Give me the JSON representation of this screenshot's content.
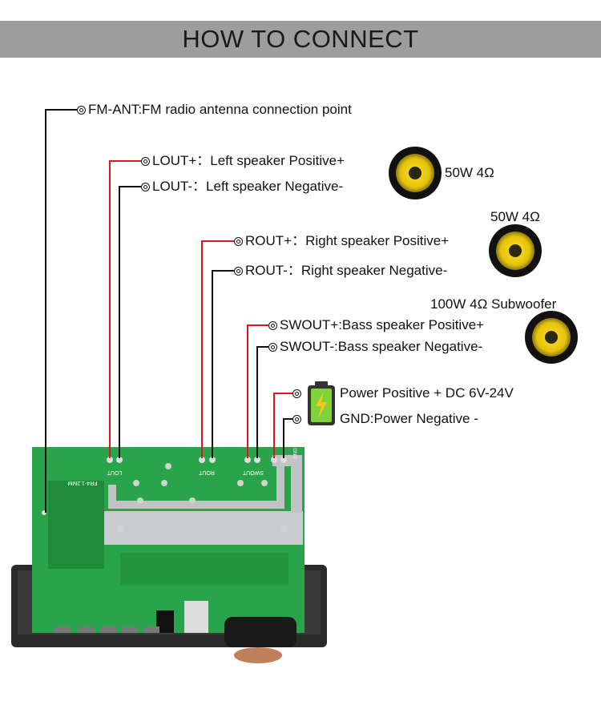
{
  "title": "HOW TO CONNECT",
  "connections": {
    "fm_ant": "FM-ANT:FM radio antenna connection point",
    "lout_pos": "LOUT+：Left speaker Positive+",
    "lout_neg": "LOUT-：Left speaker Negative-",
    "rout_pos": "ROUT+：Right speaker Positive+",
    "rout_neg": "ROUT-：Right speaker Negative-",
    "swout_pos": "SWOUT+:Bass speaker Positive+",
    "swout_neg": "SWOUT-:Bass speaker Negative-",
    "power_pos": "Power Positive + DC 6V-24V",
    "gnd": "GND:Power Negative -"
  },
  "speakers": {
    "left": "50W 4Ω",
    "right": "50W 4Ω",
    "sub": "100W 4Ω Subwoofer"
  },
  "board_silkscreen": [
    "LOUT",
    "ROUT",
    "SWOUT",
    "GND",
    "FR4-1.2MM"
  ],
  "colors": {
    "banner": "#9d9d9d",
    "positive_wire": "#e0141e",
    "negative_wire": "#111111",
    "pcb": "#2aa44a"
  }
}
